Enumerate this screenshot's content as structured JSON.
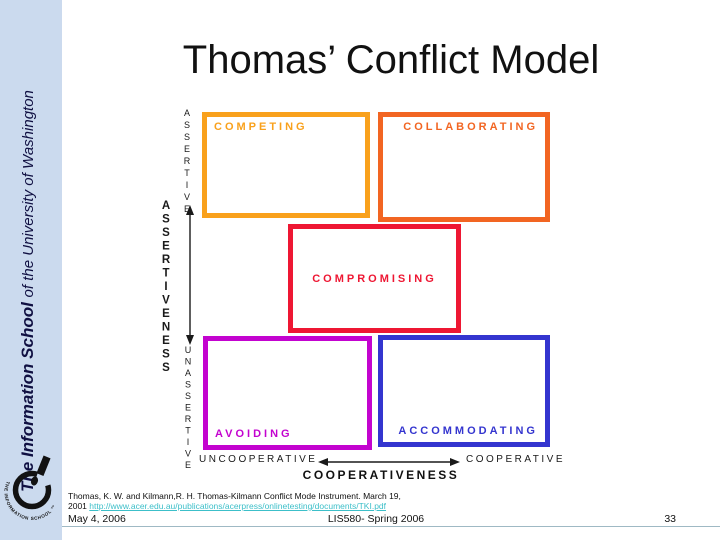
{
  "slide": {
    "title": "Thomas’ Conflict Model"
  },
  "sidebar": {
    "brand_bold": "The Information School ",
    "brand_rest": "of the University of Washington",
    "logo_text": "THE INFORMATION SCHOOL ™",
    "bg_color": "#CBDAEE"
  },
  "diagram": {
    "boxes": {
      "competing": {
        "label": "COMPETING",
        "color": "#F9A11C"
      },
      "collaborating": {
        "label": "COLLABORATING",
        "color": "#F26522"
      },
      "compromising": {
        "label": "COMPROMISING",
        "color": "#EE1733"
      },
      "avoiding": {
        "label": "AVOIDING",
        "color": "#C303CF"
      },
      "accommodating": {
        "label": "ACCOMMODATING",
        "color": "#3435CF"
      }
    },
    "y_axis": {
      "top": "ASSERTIVE",
      "title": "ASSERTIVENESS",
      "bottom": "UNASSERTIVE"
    },
    "x_axis": {
      "left": "UNCOOPERATIVE",
      "title": "COOPERATIVENESS",
      "right": "COOPERATIVE"
    }
  },
  "footer": {
    "citation_line1": "Thomas, K. W. and Kilmann,R. H. Thomas-Kilmann Conflict Mode Instrument. March 19,",
    "citation_prefix": "2001 ",
    "citation_link": "http://www.acer.edu.au/publications/acerpress/onlinetesting/documents/TKI.pdf",
    "date": "May 4, 2006",
    "course": "LIS580- Spring 2006",
    "page": "33"
  }
}
